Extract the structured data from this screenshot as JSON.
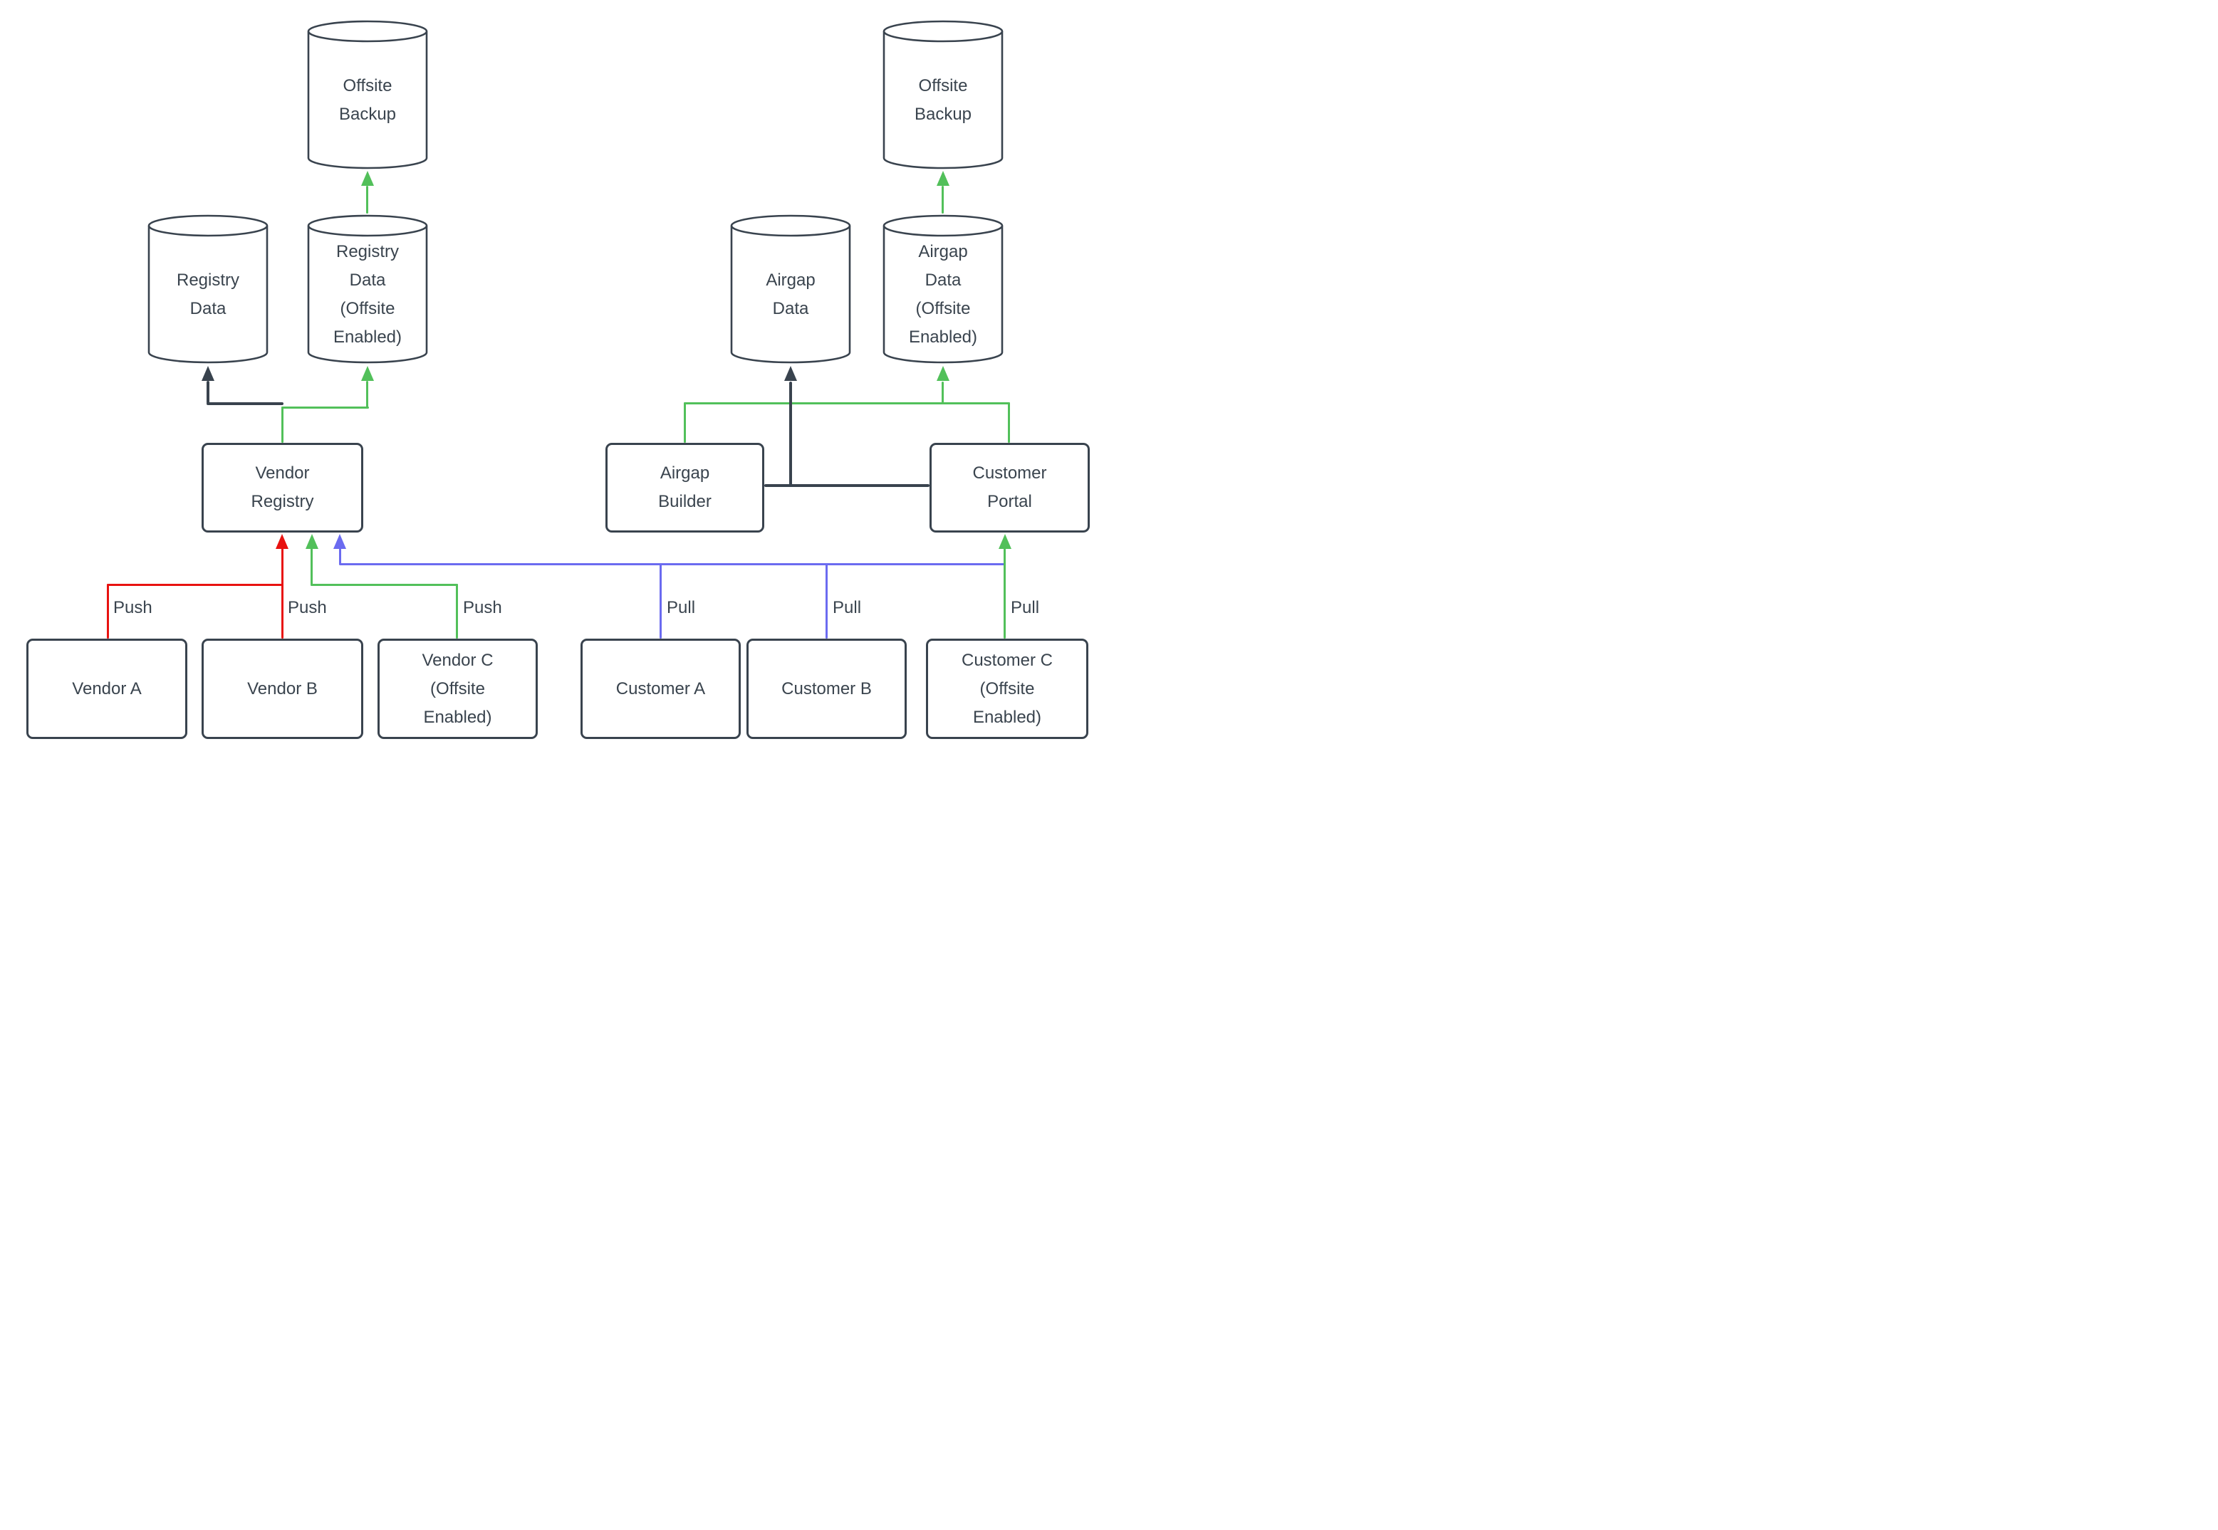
{
  "colors": {
    "dark": "#39434e",
    "green": "#52c05a",
    "red": "#e81210",
    "blue": "#6b6bf0",
    "text": "#3a444e"
  },
  "nodes": {
    "offsite_backup_left": {
      "lines": [
        "Offsite",
        "Backup"
      ]
    },
    "registry_data": {
      "lines": [
        "Registry",
        "Data"
      ]
    },
    "registry_data_offsite": {
      "lines": [
        "Registry",
        "Data",
        "(Offsite",
        "Enabled)"
      ]
    },
    "offsite_backup_right": {
      "lines": [
        "Offsite",
        "Backup"
      ]
    },
    "airgap_data": {
      "lines": [
        "Airgap",
        "Data"
      ]
    },
    "airgap_data_offsite": {
      "lines": [
        "Airgap",
        "Data",
        "(Offsite",
        "Enabled)"
      ]
    },
    "vendor_registry": {
      "lines": [
        "Vendor",
        "Registry"
      ]
    },
    "airgap_builder": {
      "lines": [
        "Airgap",
        "Builder"
      ]
    },
    "customer_portal": {
      "lines": [
        "Customer",
        "Portal"
      ]
    },
    "vendor_a": {
      "lines": [
        "Vendor A"
      ]
    },
    "vendor_b": {
      "lines": [
        "Vendor B"
      ]
    },
    "vendor_c": {
      "lines": [
        "Vendor C",
        "(Offsite",
        "Enabled)"
      ]
    },
    "customer_a": {
      "lines": [
        "Customer A"
      ]
    },
    "customer_b": {
      "lines": [
        "Customer B"
      ]
    },
    "customer_c": {
      "lines": [
        "Customer C",
        "(Offsite",
        "Enabled)"
      ]
    }
  },
  "edge_labels": {
    "push_a": "Push",
    "push_b": "Push",
    "push_c": "Push",
    "pull_a": "Pull",
    "pull_b": "Pull",
    "pull_c": "Pull"
  }
}
